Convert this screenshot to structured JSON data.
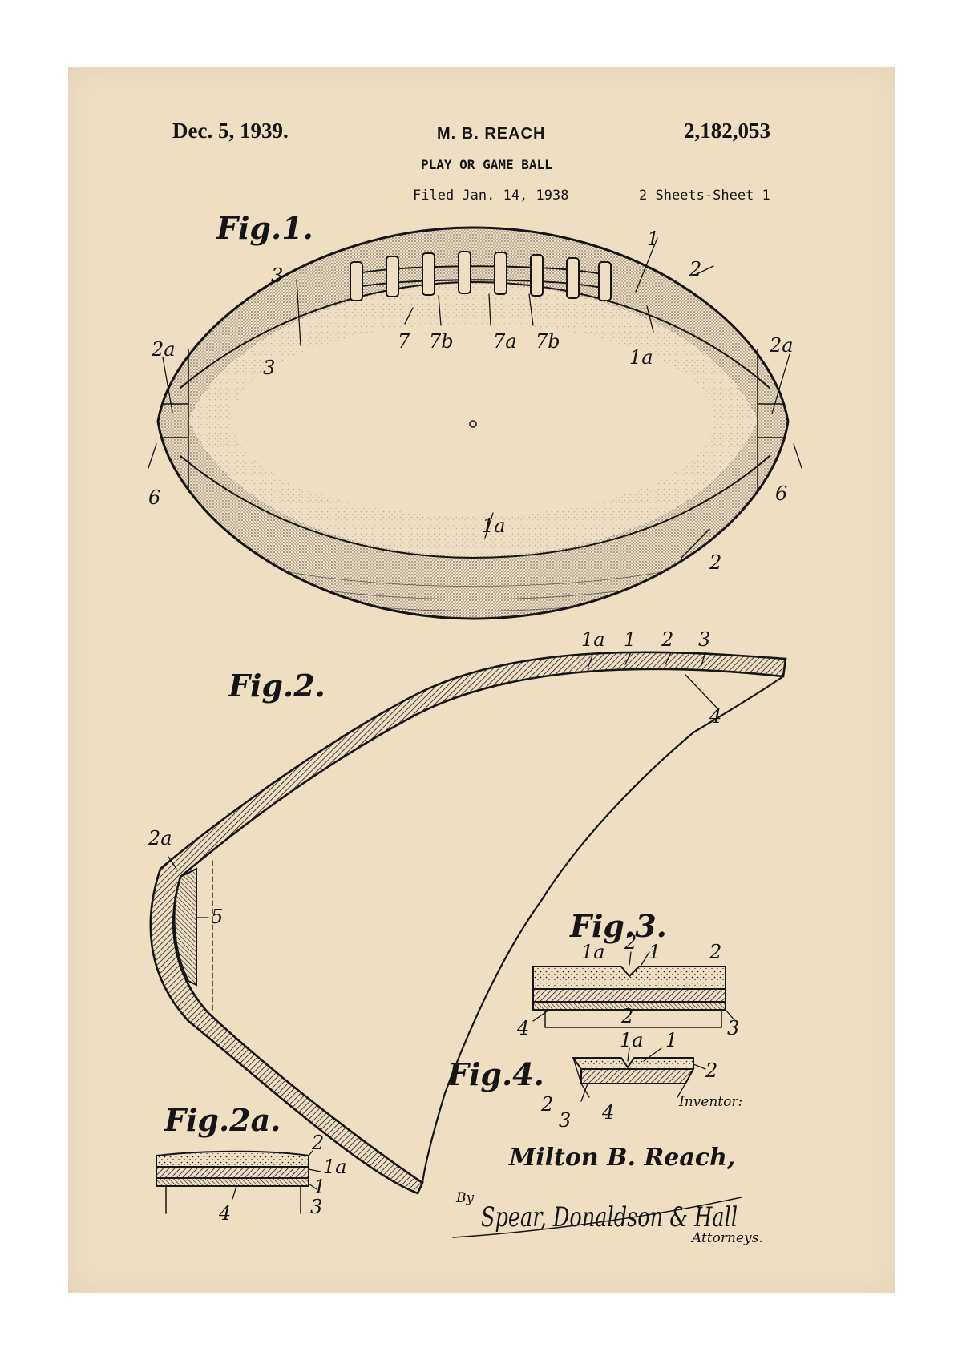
{
  "header": {
    "date": "Dec. 5, 1939.",
    "inventor": "M. B. REACH",
    "patent_number": "2,182,053",
    "title": "PLAY OR GAME BALL",
    "filed": "Filed Jan. 14, 1938",
    "sheets": "2 Sheets-Sheet 1"
  },
  "figures": {
    "fig1": {
      "label": "Fig.1.",
      "refs": {
        "r1": "1",
        "r2a": "2",
        "r3a": "3",
        "r3b": "3",
        "r2a_left": "2a",
        "r2a_right": "2a",
        "r7": "7",
        "r7b_a": "7b",
        "r7a": "7a",
        "r7b_b": "7b",
        "r1a_a": "1a",
        "r1a_b": "1a",
        "r6_left": "6",
        "r6_right": "6",
        "r2b": "2"
      }
    },
    "fig2": {
      "label": "Fig.2.",
      "refs": {
        "r1a": "1a",
        "r1": "1",
        "r2": "2",
        "r3": "3",
        "r4": "4",
        "r2a": "2a",
        "r5": "5"
      }
    },
    "fig3": {
      "label": "Fig.3.",
      "refs": {
        "r1a": "1a",
        "r2top": "2",
        "r1": "1",
        "r2right": "2",
        "r2mid": "2",
        "r4": "4",
        "r3": "3"
      }
    },
    "fig4": {
      "label": "Fig.4.",
      "refs": {
        "r1a": "1a",
        "r1": "1",
        "r2right": "2",
        "r2left": "2",
        "r3": "3",
        "r4": "4"
      }
    },
    "fig2a": {
      "label": "Fig.2a.",
      "refs": {
        "r2": "2",
        "r1a": "1a",
        "r1": "1",
        "r3": "3",
        "r4": "4"
      }
    }
  },
  "signature": {
    "inventor_caption": "Inventor:",
    "inventor_name": "Milton B. Reach,",
    "by": "By",
    "attorneys_signature": "Spear, Donaldson & Hall",
    "attorneys_caption": "Attorneys."
  },
  "colors": {
    "paper": "#eedfc3",
    "ink": "#151515",
    "border": "#ffffff"
  }
}
